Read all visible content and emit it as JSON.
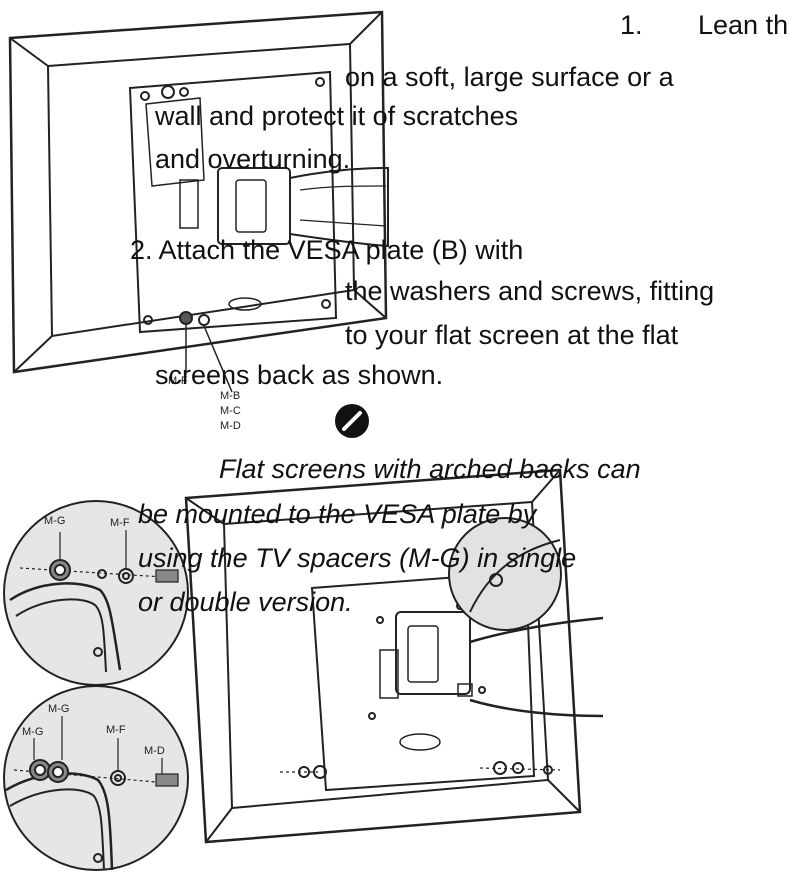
{
  "steps": {
    "step1": {
      "number": "1.",
      "line1": "Lean th",
      "line2": "on a soft, large surface or a",
      "line3": "wall and protect it of scratches",
      "line4": "and overturning."
    },
    "step2": {
      "line1": "2.   Attach the VESA plate (B) with",
      "line2": "the washers and screws, fitting",
      "line3": "to your flat screen at the flat",
      "line4": "screens back as shown."
    }
  },
  "note": {
    "line1": "Flat screens with arched backs can",
    "line2": "be mounted to the VESA plate by",
    "line3": "using the TV spacers (M-G) in single",
    "line4": "or double version."
  },
  "part_labels": {
    "top": [
      "M-F",
      "M-B",
      "M-C",
      "M-D"
    ],
    "detail_upper": [
      "M-G",
      "M-F"
    ],
    "detail_lower": [
      "M-G",
      "M-G",
      "M-F",
      "M-D"
    ]
  },
  "icons": [
    "pencil-circle-icon"
  ]
}
